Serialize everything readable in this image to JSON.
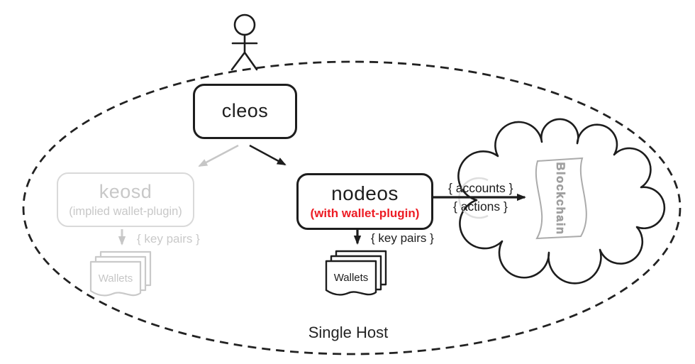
{
  "diagram": {
    "boundary_label": "Single Host",
    "actor": "stick-figure user",
    "nodes": {
      "cleos": {
        "label": "cleos"
      },
      "keosd": {
        "label": "keosd",
        "sublabel": "(implied wallet-plugin)",
        "state": "inactive-gray"
      },
      "nodeos": {
        "label": "nodeos",
        "sublabel": "(with wallet-plugin)",
        "sublabel_color": "#ed1c24"
      },
      "wallets_keosd": {
        "label": "Wallets",
        "state": "inactive-gray"
      },
      "wallets_nodeos": {
        "label": "Wallets"
      },
      "blockchain": {
        "label": "Blockchain"
      }
    },
    "edge_labels": {
      "keosd_key_pairs": "{ key pairs }",
      "nodeos_key_pairs": "{ key pairs }",
      "accounts": "{ accounts }",
      "actions": "{ actions }"
    },
    "colors": {
      "ink": "#1d1d1d",
      "inactive_gray": "#c9c9c9",
      "highlight_red": "#ed1c24",
      "scroll_gray": "#a9a9a9"
    }
  }
}
